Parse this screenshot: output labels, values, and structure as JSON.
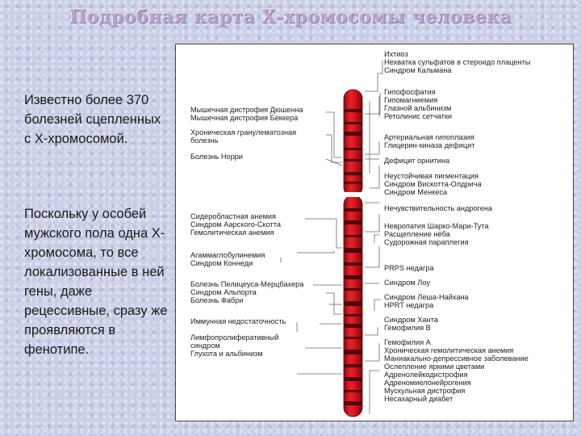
{
  "title": "Подробная карта Х-хромосомы человека",
  "left_text": {
    "para1": "Известно более 370 болезней сцепленных с Х-хромосомой.",
    "para2": "Поскольку у особей мужского пола одна Х-хромосома, то все локализованные в ней гены, даже рецессивные, сразу же проявляются в фенотипе."
  },
  "left_labels": [
    "Мышечная дистрофия Дюшенна",
    "Мышечная дистрофия Беккера",
    "Хроническая гранулематозная",
    "болезнь",
    "Болезнь Норри",
    "Сидеробластная анемия",
    "Синдром Аарского-Скотта",
    "Гемолитическая анемия",
    "Агаммаглобулинемия",
    "Синдром Коннеди",
    "Болезнь Пелицеуса-Мерцбахера",
    "Синдром Альпорта",
    "Болезнь Фабри",
    "Иммунная недостаточность",
    "Лимфопролиферативный",
    "синдром",
    "Глухота и альбинизм"
  ],
  "right_labels": [
    "Ихтиоз",
    "Нехватка сульфатов в стероидо плаценты",
    "Синдром Кальмана",
    "Гипофосфатия",
    "Гипомагниемия",
    "Глазной альбинизм",
    "Ретолинис сетчатки",
    "Артериальная гипоплазия",
    "Глицерин-киназа дефицит",
    "Дефицит орнитина",
    "Неустойчивая пигментация",
    "Синдром Вискотта-Олдрича",
    "Синдром Менкеса",
    "Нечувствительность андрогена",
    "Невропатия Шарко-Мари-Тута",
    "Расщепление нёба",
    "Судорожная параплегия",
    "PRPS недагра",
    "Синдром Лоу",
    "Синдром Леша-Найхана",
    "HPRT недагра",
    "Синдром Ханта",
    "Гемофилия В",
    "Гемофилия А",
    "Хроническая гемолитическая анемия",
    "Маниакально-депрессивное заболевание",
    "Ослепление яркими цветами",
    "Адренолейкодистрофия",
    "Адреномиелонейрогения",
    "Мускульная дистрофия",
    "Несахарный диабет"
  ],
  "colors": {
    "chromosome_red": "#d4141c",
    "band_dark": "#5a0a0c"
  }
}
